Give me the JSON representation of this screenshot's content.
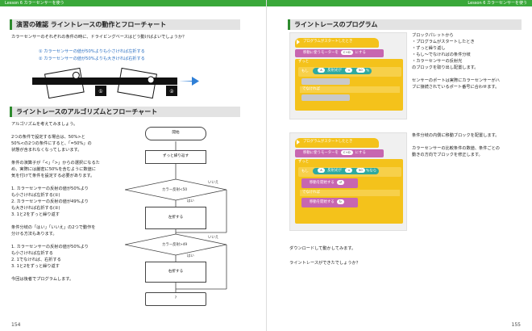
{
  "left_page": {
    "header": "Lesson 6  カラーセンサーを使う",
    "section1_title": "演習の確認  ライントレースの動作とフローチャート",
    "intro": "カラーセンサーのそれぞれの条件の時に、ドライビングベースはどう動けばよいでしょうか？",
    "cond1": "①  カラーセンサーの値が50%よりも小さければ左折する",
    "cond2": "②  カラーセンサーの値が50%よりも大きければ右折する",
    "marker1": "①",
    "marker2": "②",
    "section2_title": "ライントレースのアルゴリズムとフローチャート",
    "body_lines": [
      "アルゴリズムを考えてみましょう。",
      "",
      "2つの条件で設定する場合は、50%>と",
      "50%<の2つの条件にすると、「=50%」の",
      "状態が含まれなくなってしまいます。",
      "",
      "条件の演算子が「<」「>」からの選択になるた",
      "め、実際には厳密に50%を含むように数値に",
      "気を付けて条件を設定する必要があります。",
      "",
      "1. カラーセンサーの反射の値が50%より",
      "   も小さければ左折する(①)",
      "2. カラーセンサーの反射の値が49%より",
      "   も大きければ右折する(②)",
      "3. 1と2をずっと繰り返す",
      "",
      "条件分岐の「はい」「いいえ」の2つで動作を",
      "分ける方法もあります。",
      "",
      "1. カラーセンサーの反射の値が50%より",
      "   も小さければ左折する",
      "2. 1でなければ、右折する",
      "3. 1と2をずっと繰り返す",
      "",
      "今回は後者でプログラムします。"
    ],
    "flow": {
      "start": "開始",
      "loop": "ずっと繰り返す",
      "cond1": "カラー反射<50",
      "yes1": "はい",
      "no1": "いいえ",
      "turn_left": "左折する",
      "cond2": "カラー反射>49",
      "yes2": "はい",
      "no2": "いいえ",
      "turn_right": "右折する",
      "end": "?"
    },
    "page_number": "154"
  },
  "right_page": {
    "header": "Lesson 6  カラーセンサーを使う",
    "section_title": "ライントレースのプログラム",
    "program1": {
      "hat": "プログラムがスタートしたとき",
      "set_motor": "移動に使うモーターを",
      "set_motor_chip": "C+D",
      "set_motor_end": "にする",
      "forever": "ずっと",
      "if_label": "もし",
      "if_chip_port": "A",
      "if_text": "反射光が",
      "if_op": "<",
      "if_val": "50",
      "if_unit": "%",
      "else_label": "でなければ"
    },
    "program2": {
      "hat": "プログラムがスタートしたとき",
      "set_motor": "移動に使うモーターを",
      "set_motor_chip": "C+D",
      "set_motor_end": "にする",
      "forever": "ずっと",
      "if_label": "もし",
      "if_chip_port": "A",
      "if_text": "反射光が",
      "if_op": "<",
      "if_val": "50",
      "if_unit": "%なら",
      "move1": "移動を開始する",
      "move1_dir": "↺",
      "else_label": "でなければ",
      "move2": "移動を開始する",
      "move2_dir": "↻"
    },
    "side1": [
      "ブロックパレットから",
      "・プログラムがスタートしたとき",
      "・ずっと繰り返し",
      "・もし〜でなければの条件分岐",
      "・カラーセンサーの反射光",
      "のブロックを取り出し配置します。",
      "",
      "センサーのポートは実際にカラーセンサーがハ",
      "ブに接続されているポート番号に合わせます。"
    ],
    "side2": [
      "条件分岐の内側に移動ブロックを配置します。",
      "",
      "カラーセンサーの比較条件の数値、条件ごとの",
      "動きの方向でブロックを修正します。"
    ],
    "footer1": "ダウンロードして動かしてみます。",
    "footer2": "ライントレースができたでしょうか？",
    "page_number": "155"
  },
  "colors": {
    "accent_green": "#3aa83a",
    "block_yellow": "#f4c21b",
    "block_pink": "#c766b0",
    "block_teal": "#2fa9a0",
    "arrow_blue": "#2f7fd6"
  }
}
